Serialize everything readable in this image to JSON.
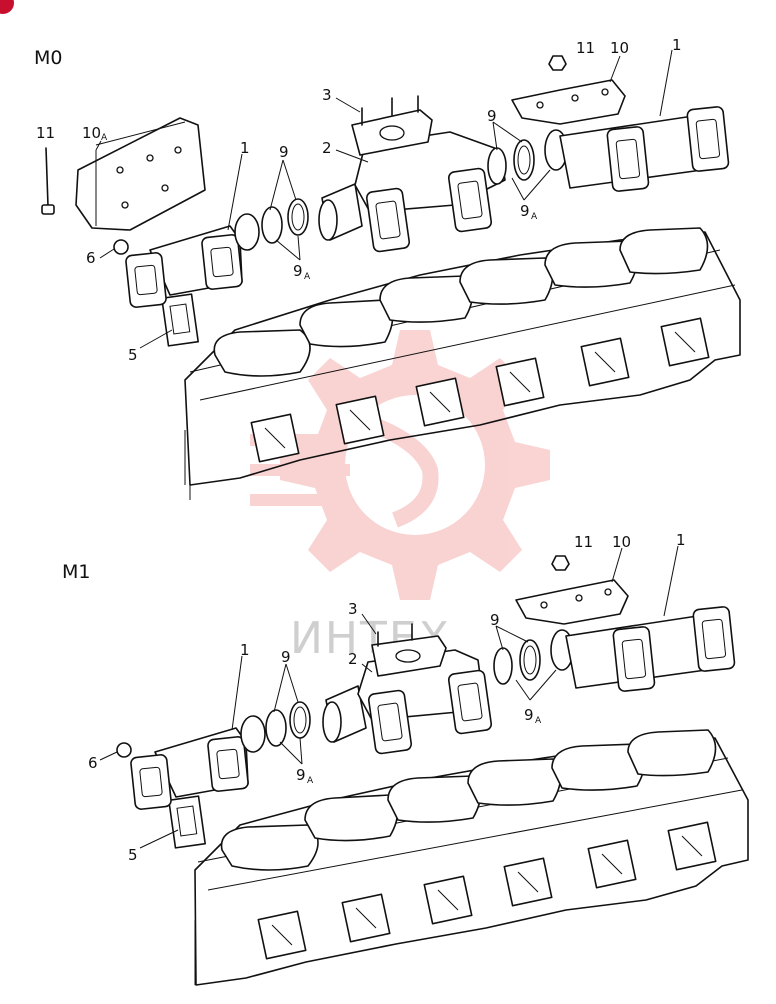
{
  "sections": [
    {
      "title": "M0",
      "labels": {
        "l1a": "1",
        "l1b": "1",
        "l2": "2",
        "l3": "3",
        "l5": "5",
        "l6": "6",
        "l9a": "9",
        "l9b": "9",
        "l9Aa": "9",
        "l9Ab": "9",
        "l10": "10",
        "l10A": "10",
        "l11a": "11",
        "l11b": "11"
      },
      "sub": {
        "A1": "A",
        "A2": "A",
        "A3": "A"
      }
    },
    {
      "title": "M1",
      "labels": {
        "l1a": "1",
        "l1b": "1",
        "l2": "2",
        "l3": "3",
        "l5": "5",
        "l6": "6",
        "l9a": "9",
        "l9b": "9",
        "l9Aa": "9",
        "l9Ab": "9",
        "l10": "10",
        "l11": "11"
      },
      "sub": {
        "A1": "A",
        "A2": "A"
      }
    }
  ],
  "watermark": {
    "text": "ИНТЕХ",
    "color": "#e53935"
  }
}
